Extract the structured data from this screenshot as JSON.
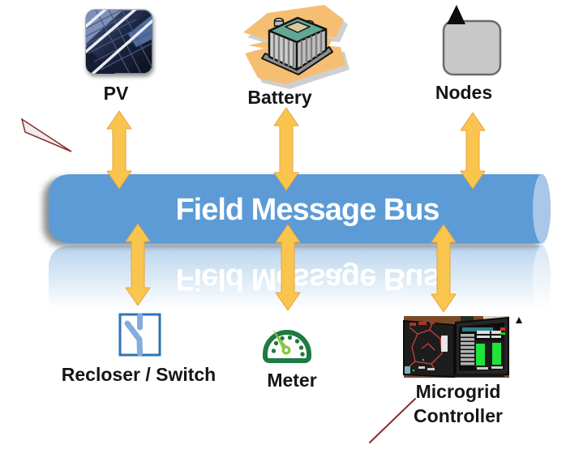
{
  "bus": {
    "label": "Field Message Bus",
    "fill": "#5B9BD5",
    "cap_fill": "#A9C7E8",
    "text_color": "#FFFFFF",
    "has_reflection": true
  },
  "arrow": {
    "fill": "#F9C54E",
    "stroke": "#E8A33B",
    "style": "double-headed-vertical"
  },
  "components": {
    "top": [
      {
        "id": "pv",
        "label": "PV",
        "icon": "solar-panel-photo-icon"
      },
      {
        "id": "battery",
        "label": "Battery",
        "icon": "battery-clipart-icon"
      },
      {
        "id": "nodes",
        "label": "Nodes",
        "icon": "node-box-icon"
      }
    ],
    "bottom": [
      {
        "id": "recloser",
        "label": "Recloser / Switch",
        "icon": "recloser-switch-symbol-icon"
      },
      {
        "id": "meter",
        "label": "Meter",
        "icon": "gauge-meter-icon"
      },
      {
        "id": "microgrid",
        "label": "Microgrid Controller",
        "lines": [
          "Microgrid",
          "Controller"
        ],
        "icon": "control-room-photo-icon"
      }
    ]
  },
  "annotations": {
    "laser_pointer_color": "#8B2A2A"
  }
}
